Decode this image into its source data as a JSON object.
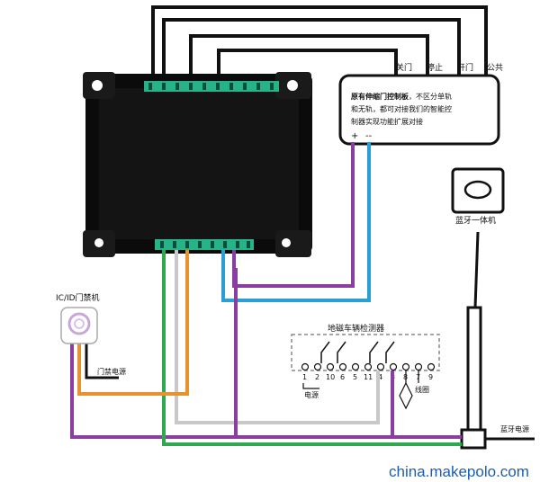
{
  "colors": {
    "black_wire": "#111111",
    "purple_wire": "#8a3fa0",
    "blue_wire": "#2a9fd6",
    "green_wire": "#2fa84f",
    "orange_wire": "#e8912f",
    "gray_wire": "#c8c8c8",
    "terminal_green": "#27b38a",
    "watermark": "#1a5fb4"
  },
  "terminals": {
    "close": "关门",
    "stop": "停止",
    "open": "开门",
    "common": "公共"
  },
  "note": {
    "title": "原有伸缩门控制板",
    "line1_rest": "，不区分单轨",
    "line2": "和无轨，都可对接我们的智能控",
    "line3": "制器实现功能扩展对接",
    "plus": "+",
    "minus": "--"
  },
  "bluetooth": {
    "label": "蓝牙一体机"
  },
  "access": {
    "label": "IC/ID门禁机",
    "power": "门禁电源"
  },
  "detector": {
    "title": "地磁车辆检测器",
    "pins": [
      "1",
      "2",
      "10",
      "6",
      "5",
      "11",
      "4",
      "3",
      "8",
      "7",
      "9"
    ],
    "power": "电源",
    "coil": "线圈"
  },
  "bt_power": "蓝牙电源",
  "watermark": "china.makepolo.com"
}
